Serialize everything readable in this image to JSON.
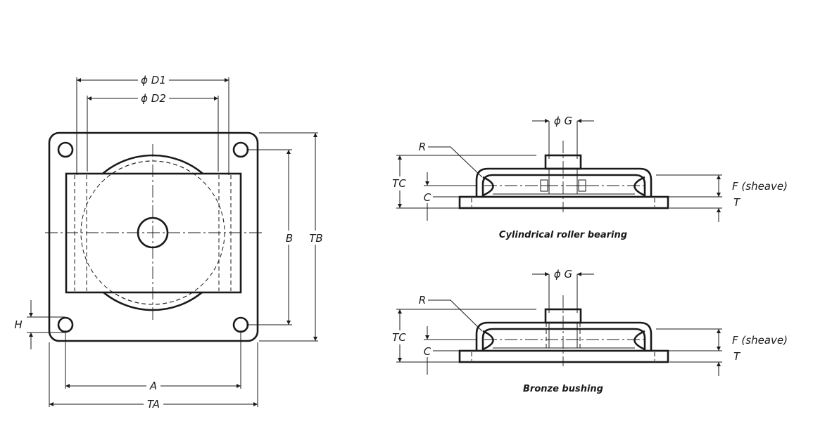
{
  "labels": {
    "d1": "ϕ D1",
    "d2": "ϕ D2",
    "b": "B",
    "tb": "TB",
    "h": "H",
    "a": "A",
    "ta": "TA",
    "g": "ϕ G",
    "r": "R",
    "tc": "TC",
    "c": "C",
    "f": "F (sheave)",
    "t": "T"
  },
  "captions": {
    "top": "Cylindrical roller bearing",
    "bottom": "Bronze bushing"
  }
}
